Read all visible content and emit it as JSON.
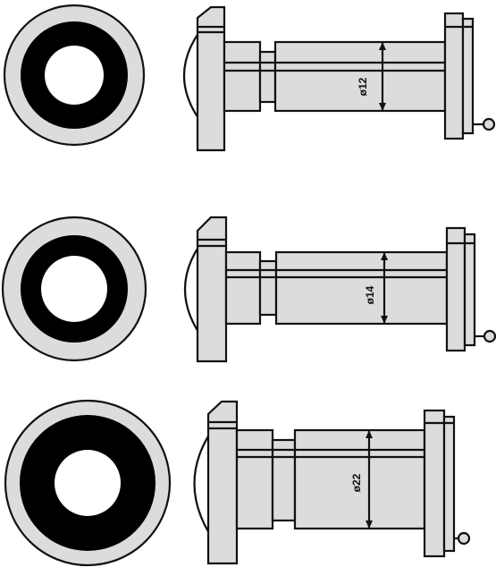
{
  "colors": {
    "background": "#ffffff",
    "body": "#dcdcdc",
    "ring_dark": "#000000",
    "outline": "#111111"
  },
  "viewers": [
    {
      "id": "viewer-1",
      "diameter_label": "ø12"
    },
    {
      "id": "viewer-2",
      "diameter_label": "ø14"
    },
    {
      "id": "viewer-3",
      "diameter_label": "ø22"
    }
  ]
}
